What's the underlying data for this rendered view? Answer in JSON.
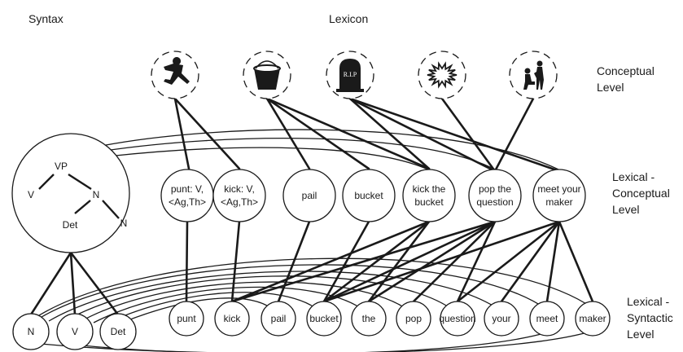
{
  "headers": {
    "syntax": "Syntax",
    "lexicon": "Lexicon"
  },
  "levels": {
    "conceptual": [
      "Conceptual",
      "Level"
    ],
    "lexical_conceptual": [
      "Lexical -",
      "Conceptual",
      "Level"
    ],
    "lexical_syntactic": [
      "Lexical -",
      "Syntactic",
      "Level"
    ]
  },
  "concept_icons": [
    {
      "name": "kicker-icon"
    },
    {
      "name": "bucket-icon"
    },
    {
      "name": "gravestone-icon",
      "text": "R.I.P"
    },
    {
      "name": "burst-icon"
    },
    {
      "name": "proposal-icon"
    }
  ],
  "syntax_tree": {
    "labels": [
      "VP",
      "V",
      "N",
      "Det",
      "N"
    ]
  },
  "lemmas": [
    {
      "id": "punt",
      "lines": [
        "punt: V,",
        "<Ag,Th>"
      ]
    },
    {
      "id": "kick",
      "lines": [
        "kick: V,",
        "<Ag,Th>"
      ]
    },
    {
      "id": "pail",
      "lines": [
        "pail"
      ]
    },
    {
      "id": "bucket",
      "lines": [
        "bucket"
      ]
    },
    {
      "id": "kick-the-bucket",
      "lines": [
        "kick the",
        "bucket"
      ]
    },
    {
      "id": "pop-the-question",
      "lines": [
        "pop the",
        "question"
      ]
    },
    {
      "id": "meet-your-maker",
      "lines": [
        "meet your",
        "maker"
      ]
    }
  ],
  "syntax_nodes": [
    "N",
    "V",
    "Det"
  ],
  "words": [
    "punt",
    "kick",
    "pail",
    "bucket",
    "the",
    "pop",
    "question",
    "your",
    "meet",
    "maker"
  ]
}
